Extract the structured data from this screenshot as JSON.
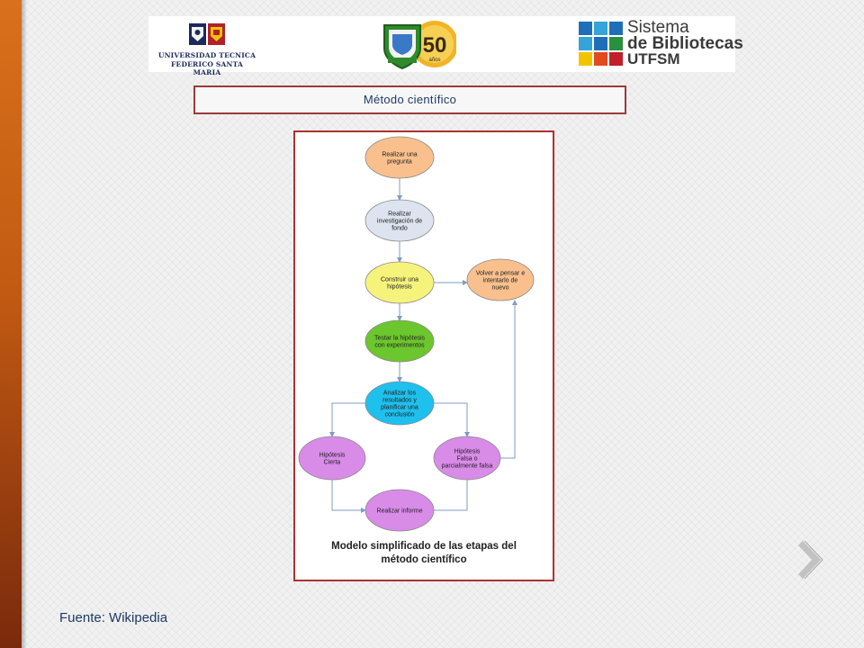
{
  "logos": {
    "university_line1": "UNIVERSIDAD TECNICA",
    "university_line2": "FEDERICO SANTA MARIA",
    "anniversary_number": "50",
    "anniversary_word": "años",
    "library_line1": "Sistema",
    "library_line2": "de Bibliotecas",
    "library_line3": "UTFSM"
  },
  "slide": {
    "title": "Método científico",
    "source": "Fuente: Wikipedia"
  },
  "diagram": {
    "caption_line1": "Modelo simplificado de las etapas del",
    "caption_line2": "método científico",
    "nodes": [
      {
        "id": "pregunta",
        "lines": [
          "Realizar una",
          "pregunta"
        ],
        "color": "#f9c08d"
      },
      {
        "id": "investigacion",
        "lines": [
          "Realizar",
          "investigación de",
          "fondo"
        ],
        "color": "#dde4ef"
      },
      {
        "id": "hipotesis",
        "lines": [
          "Construir una",
          "hipótesis"
        ],
        "color": "#f6f37c"
      },
      {
        "id": "volver",
        "lines": [
          "Volver a pensar e",
          "intentarlo de",
          "nuevo"
        ],
        "color": "#f9c08d"
      },
      {
        "id": "testar",
        "lines": [
          "Testar la hipótesis",
          "con experimentos"
        ],
        "color": "#6cc62d"
      },
      {
        "id": "analizar",
        "lines": [
          "Analizar los",
          "resultados y",
          "planificar una",
          "conclusión"
        ],
        "color": "#1ec0ee"
      },
      {
        "id": "cierta",
        "lines": [
          "Hipótesis",
          "Cierta"
        ],
        "color": "#d98be8"
      },
      {
        "id": "falsa",
        "lines": [
          "Hipótesis",
          "Falsa o",
          "parcialmente falsa"
        ],
        "color": "#d98be8"
      },
      {
        "id": "informe",
        "lines": [
          "Realizar informe"
        ],
        "color": "#d98be8"
      }
    ],
    "edge_color": "#7f9bc4"
  }
}
